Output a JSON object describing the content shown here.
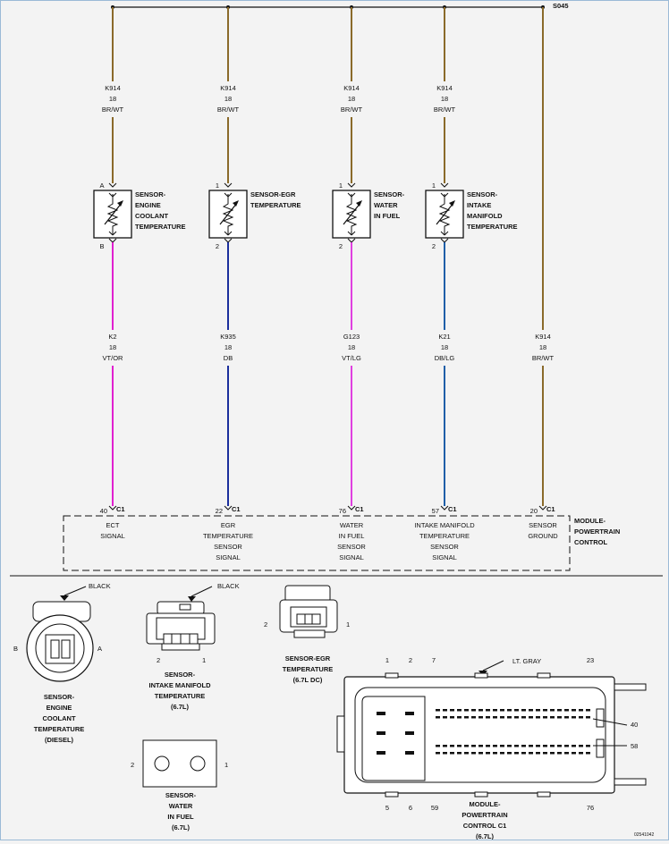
{
  "splice": {
    "label": "S045"
  },
  "circuits": [
    {
      "top_wire": [
        "K914",
        "18",
        "BR/WT"
      ],
      "pin_top": "A",
      "pin_bottom": "B",
      "sensor_name": [
        "SENSOR-",
        "ENGINE",
        "COOLANT",
        "TEMPERATURE"
      ],
      "bottom_wire": [
        "K2",
        "18",
        "VT/OR"
      ],
      "pcm_pin": "40",
      "pcm_conn": "C1",
      "signal": [
        "ECT",
        "SIGNAL"
      ],
      "color": "#e020d0"
    },
    {
      "top_wire": [
        "K914",
        "18",
        "BR/WT"
      ],
      "pin_top": "1",
      "pin_bottom": "2",
      "sensor_name": [
        "SENSOR-EGR",
        "TEMPERATURE"
      ],
      "bottom_wire": [
        "K935",
        "18",
        "DB"
      ],
      "pcm_pin": "22",
      "pcm_conn": "C1",
      "signal": [
        "EGR",
        "TEMPERATURE",
        "SENSOR",
        "SIGNAL"
      ],
      "color": "#1a2e9c"
    },
    {
      "top_wire": [
        "K914",
        "18",
        "BR/WT"
      ],
      "pin_top": "1",
      "pin_bottom": "2",
      "sensor_name": [
        "SENSOR-",
        "WATER",
        "IN FUEL"
      ],
      "bottom_wire": [
        "G123",
        "18",
        "VT/LG"
      ],
      "pcm_pin": "76",
      "pcm_conn": "C1",
      "signal": [
        "WATER",
        "IN FUEL",
        "SENSOR",
        "SIGNAL"
      ],
      "color": "#e040e0"
    },
    {
      "top_wire": [
        "K914",
        "18",
        "BR/WT"
      ],
      "pin_top": "1",
      "pin_bottom": "2",
      "sensor_name": [
        "SENSOR-",
        "INTAKE",
        "MANIFOLD",
        "TEMPERATURE"
      ],
      "bottom_wire": [
        "K21",
        "18",
        "DB/LG"
      ],
      "pcm_pin": "57",
      "pcm_conn": "C1",
      "signal": [
        "INTAKE MANIFOLD",
        "TEMPERATURE",
        "SENSOR",
        "SIGNAL"
      ],
      "color": "#1f5fa8"
    },
    {
      "top_wire": null,
      "sensor_name": null,
      "bottom_wire": [
        "K914",
        "18",
        "BR/WT"
      ],
      "pcm_pin": "20",
      "pcm_conn": "C1",
      "signal": [
        "SENSOR",
        "GROUND"
      ],
      "color": "#8a6a2a"
    }
  ],
  "pcm_module": [
    "MODULE-",
    "POWERTRAIN",
    "CONTROL"
  ],
  "connectors": {
    "ect": {
      "color": "BLACK",
      "pin_left": "B",
      "pin_right": "A",
      "caption": [
        "SENSOR-",
        "ENGINE",
        "COOLANT",
        "TEMPERATURE",
        "(DIESEL)"
      ]
    },
    "imt": {
      "color": "BLACK",
      "pin_left": "2",
      "pin_right": "1",
      "caption": [
        "SENSOR-",
        "INTAKE MANIFOLD",
        "TEMPERATURE",
        "(6.7L)"
      ]
    },
    "egr": {
      "pin_left": "2",
      "pin_right": "1",
      "caption": [
        "SENSOR-EGR",
        "TEMPERATURE",
        "(6.7L DC)"
      ]
    },
    "wif": {
      "pin_left": "2",
      "pin_right": "1",
      "caption": [
        "SENSOR-",
        "WATER",
        "IN FUEL",
        "(6.7L)"
      ]
    },
    "pcm": {
      "color": "LT. GRAY",
      "top_pins": [
        "1",
        "2",
        "7",
        "23"
      ],
      "bottom_pins": [
        "5",
        "6",
        "59",
        "76"
      ],
      "side_pins": [
        "40",
        "58"
      ],
      "caption": [
        "MODULE-",
        "POWERTRAIN",
        "CONTROL C1",
        "(6.7L)"
      ]
    }
  },
  "figure_id": "02541042",
  "colors": {
    "brown": "#8a6a2a",
    "dark": "#111111"
  }
}
